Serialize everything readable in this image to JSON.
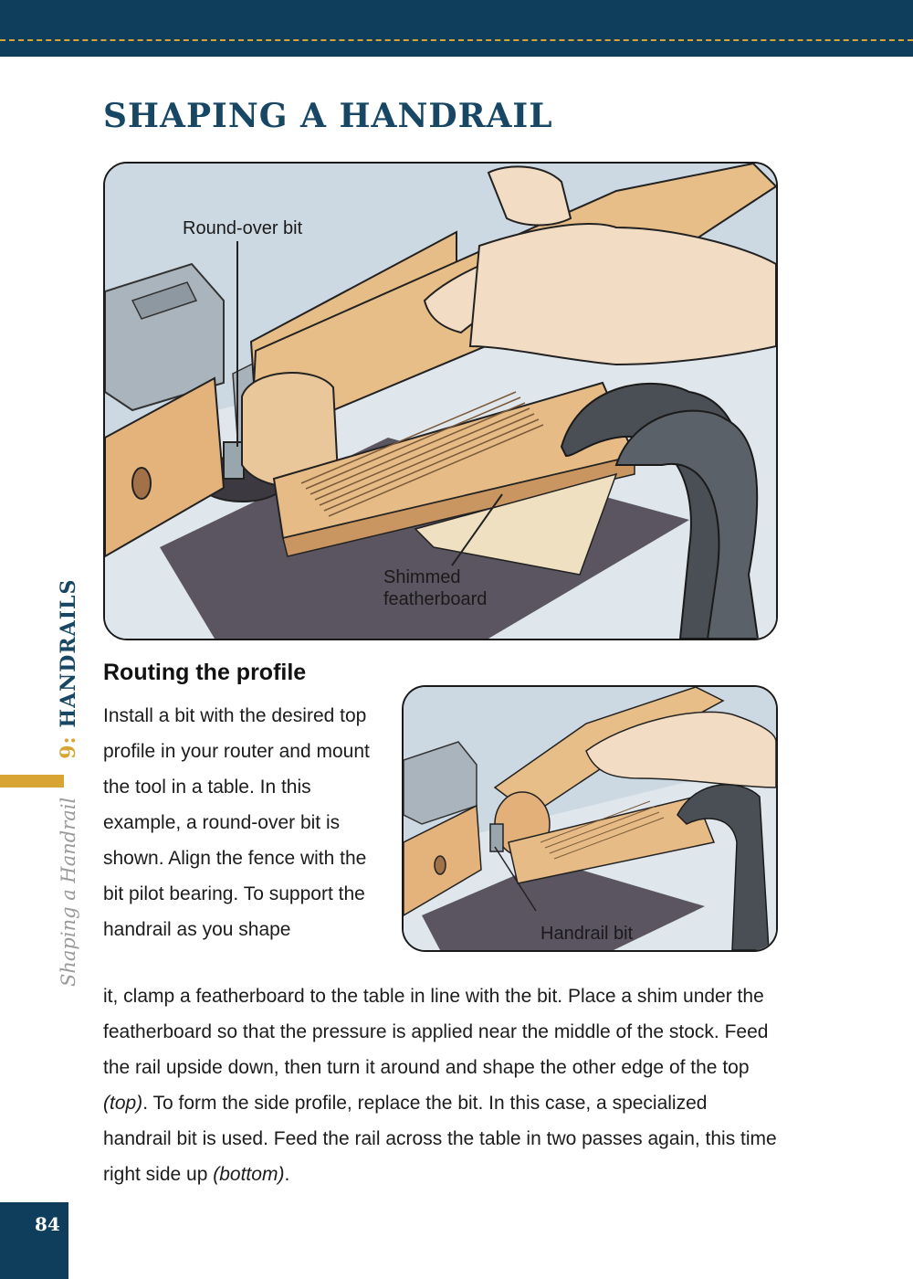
{
  "header": {
    "title": "SHAPING A HANDRAIL"
  },
  "figure_top": {
    "callout_bit": "Round-over bit",
    "callout_feather_1": "Shimmed",
    "callout_feather_2": "featherboard"
  },
  "figure_bottom": {
    "callout_bit": "Handrail bit"
  },
  "section": {
    "heading": "Routing the profile",
    "para_short": "Install a bit with the desired top profile in your router and mount the tool in a table. In this example, a round-over bit is shown. Align the fence with the bit pilot bearing. To support the handrail as you shape",
    "para_long_1": "it, clamp a featherboard to the table in line with the bit. Place a shim under the featherboard so that the pressure is applied near the middle of the stock. Feed the rail upside down, then turn it around and shape the other edge of the top ",
    "para_long_ref_top": "(top)",
    "para_long_2": ". To form the side profile, replace the bit. In this case, a specialized handrail bit is used. Feed the rail across the table in two passes again, this time right side up ",
    "para_long_ref_bottom": "(bottom)",
    "para_long_3": "."
  },
  "sidebar": {
    "chapter_num": "9:",
    "chapter_name": " HANDRAILS",
    "subtitle": "Shaping a Handrail"
  },
  "footer": {
    "page_number": "84"
  },
  "colors": {
    "navy": "#0f3e5c",
    "gold": "#d8a534",
    "title_blue": "#174764"
  }
}
